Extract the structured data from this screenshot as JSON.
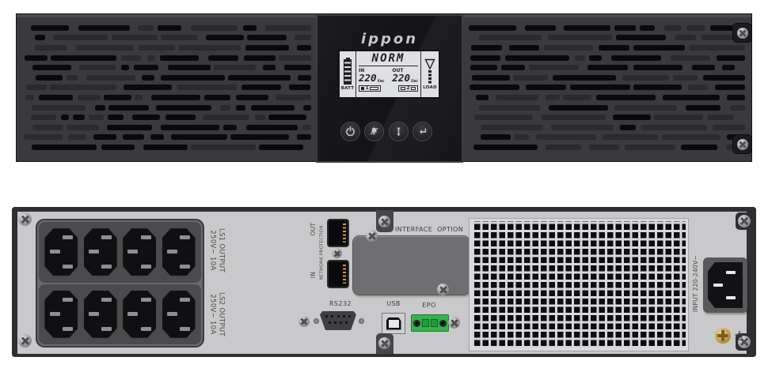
{
  "front": {
    "brand_logo": "ippon",
    "display": {
      "status": "NORM",
      "batt_label": "BATT",
      "load_label": "LOAD",
      "in_label": "IN",
      "in_value": "220",
      "in_unit": "Vac",
      "out_label": "OUT",
      "out_value": "220",
      "out_unit": "Vac",
      "outlet_group_1": "1",
      "outlet_group_2": "2"
    },
    "buttons": [
      {
        "icon": "power-icon"
      },
      {
        "icon": "mute-alarm-icon"
      },
      {
        "icon": "scroll-icon"
      },
      {
        "icon": "enter-icon"
      }
    ]
  },
  "rear": {
    "outlet_groups": [
      {
        "name": "LS1 OUTPUT",
        "rating": "250V~ 10A"
      },
      {
        "name": "LS2 OUTPUT",
        "rating": "250V~ 10A"
      }
    ],
    "network_protection": {
      "out": "OUT",
      "label": "NETWORK PROTECTION",
      "in": "IN"
    },
    "interface_option": "INTERFACE OPTION",
    "ports": {
      "rs232": "RS232",
      "usb": "USB",
      "epo": "EPO"
    },
    "input_label": "INPUT 220-240V~"
  },
  "colors": {
    "front_panel": "#3a3a3c",
    "rear_panel": "#c9c9cb",
    "lcd_background": "#dfe0e2",
    "epo_green": "#35b24c",
    "rj45_pin_gold": "#d29a3a",
    "ground_screw_gold": "#c59b4a"
  }
}
